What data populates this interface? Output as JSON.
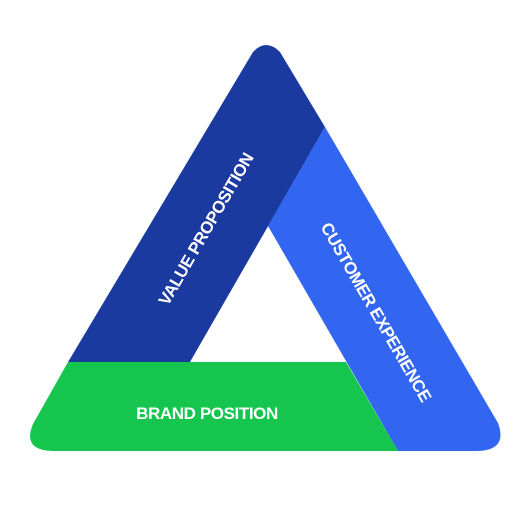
{
  "diagram": {
    "segments": {
      "value_proposition": {
        "label": "VALUE PROPOSITION",
        "color": "#1b3a9f"
      },
      "customer_experience": {
        "label": "CUSTOMER EXPERIENCE",
        "color": "#3366f0"
      },
      "brand_position": {
        "label": "BRAND POSITION",
        "color": "#16c54e"
      }
    }
  }
}
